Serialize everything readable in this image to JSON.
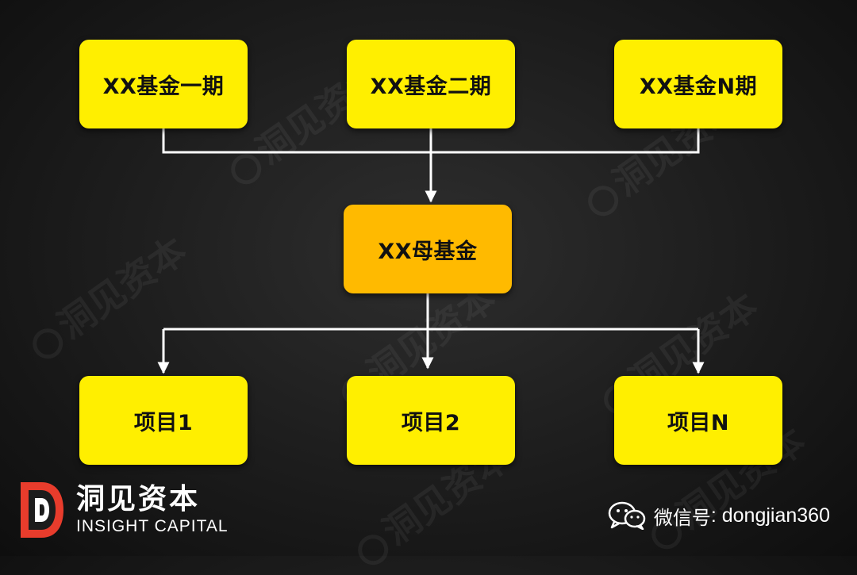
{
  "diagram": {
    "top_funds": [
      {
        "label": "XX基金一期"
      },
      {
        "label": "XX基金二期"
      },
      {
        "label": "XX基金N期"
      }
    ],
    "parent_fund": {
      "label": "XX母基金"
    },
    "projects": [
      {
        "label": "项目1"
      },
      {
        "label": "项目2"
      },
      {
        "label": "项目N"
      }
    ],
    "colors": {
      "box_fill": "#ffef00",
      "parent_fill": "#ffba00",
      "connector": "#ffffff",
      "background": "#1c1c1c"
    }
  },
  "watermark": {
    "text": "洞见资本"
  },
  "brand": {
    "name": "洞见资本",
    "subtitle": "INSIGHT CAPITAL",
    "logo_icon": "dongjian-logo-icon",
    "logo_colors": {
      "red": "#e83c2c",
      "white": "#ffffff"
    }
  },
  "wechat": {
    "icon": "wechat-icon",
    "label": "微信号",
    "separator": ": ",
    "id": "dongjian360"
  }
}
